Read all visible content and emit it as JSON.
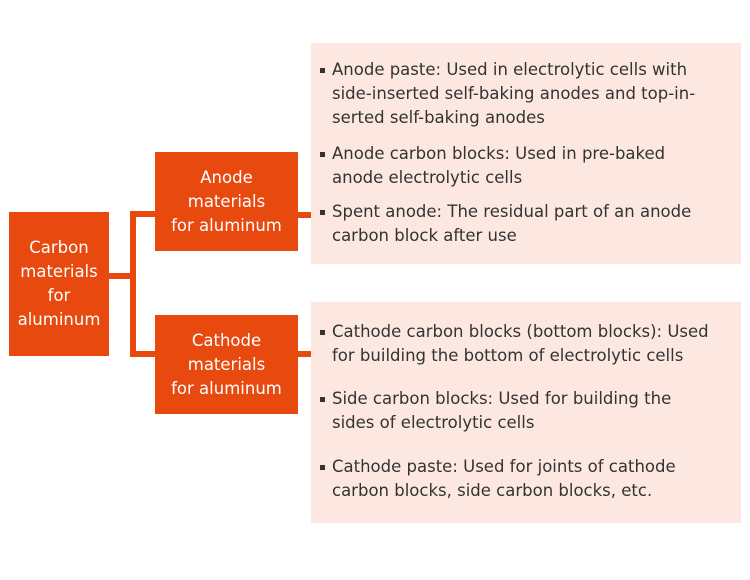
{
  "colors": {
    "accent": "#e8490f",
    "panel": "#fde8e1",
    "text": "#333333"
  },
  "root": {
    "label": "Carbon\nmaterials\nfor\naluminum"
  },
  "anode": {
    "label": "Anode\nmaterials\nfor aluminum",
    "items": [
      "Anode paste: Used in electrolytic cells with\nside-inserted self-baking anodes and top-in-\nserted self-baking anodes",
      "Anode carbon blocks: Used in pre-baked\nanode electrolytic cells",
      "Spent anode: The residual part of an anode\ncarbon block after use"
    ]
  },
  "cathode": {
    "label": "Cathode\nmaterials\nfor aluminum",
    "items": [
      "Cathode carbon blocks (bottom blocks): Used\nfor building the bottom of electrolytic cells",
      "Side carbon blocks: Used for building the\nsides of electrolytic cells",
      "Cathode paste: Used for joints of cathode\ncarbon blocks, side carbon blocks, etc."
    ]
  }
}
